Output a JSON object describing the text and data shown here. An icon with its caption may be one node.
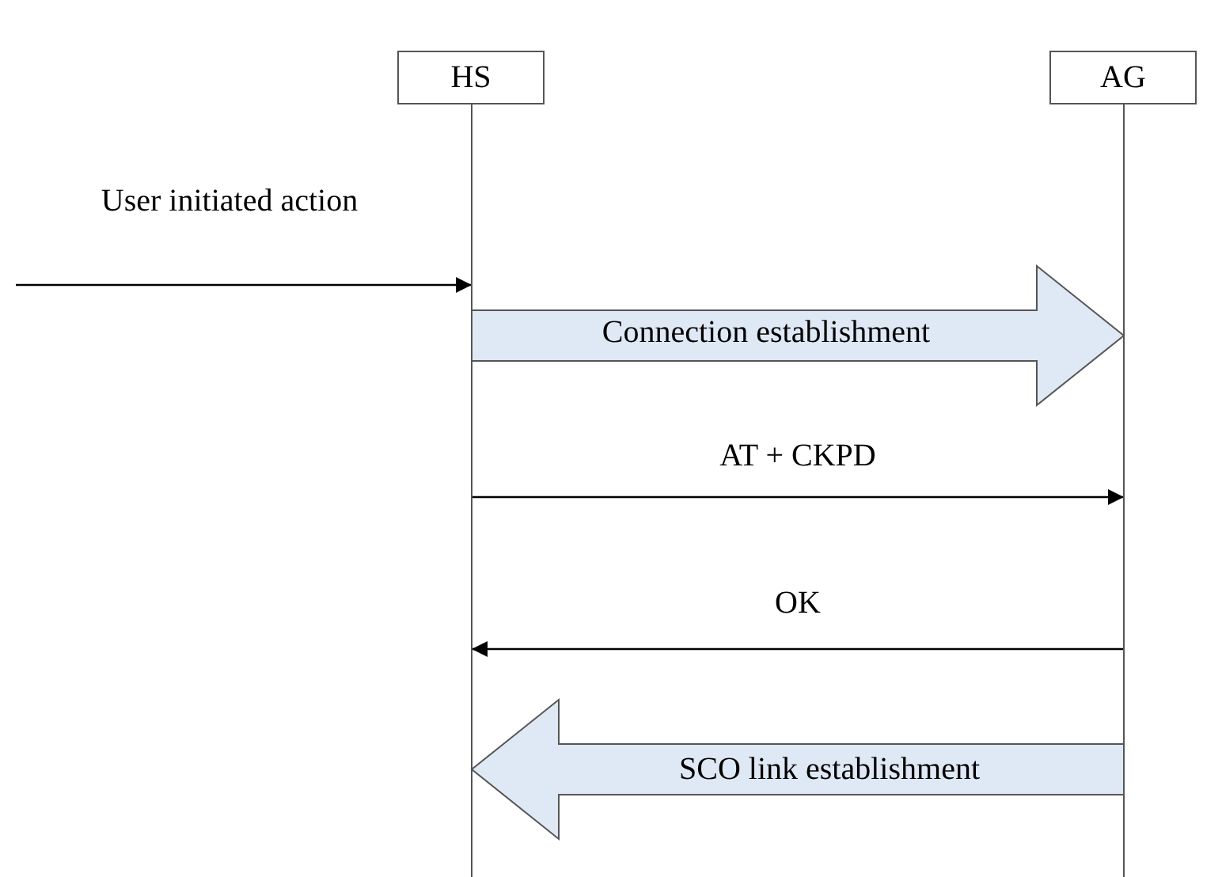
{
  "diagram": {
    "nodes": [
      {
        "text": [
          "HS"
        ]
      },
      {
        "text": [
          "AG"
        ]
      }
    ],
    "edges": [
      {
        "from": null,
        "to": 0,
        "arrow": "to",
        "label": "User initiated action"
      },
      {
        "from": 0,
        "to": 1,
        "arrow": "to",
        "label": "Connection establishment",
        "style": "thick",
        "color": "#dfe8f5"
      },
      {
        "from": 0,
        "to": 1,
        "arrow": "to",
        "label": "AT + CKPD"
      },
      {
        "from": 1,
        "to": 0,
        "arrow": "to",
        "label": "OK"
      },
      {
        "from": 1,
        "to": 0,
        "arrow": "to",
        "label": "SCO link establishment",
        "style": "thick",
        "color": "#dfe8f5"
      }
    ]
  }
}
